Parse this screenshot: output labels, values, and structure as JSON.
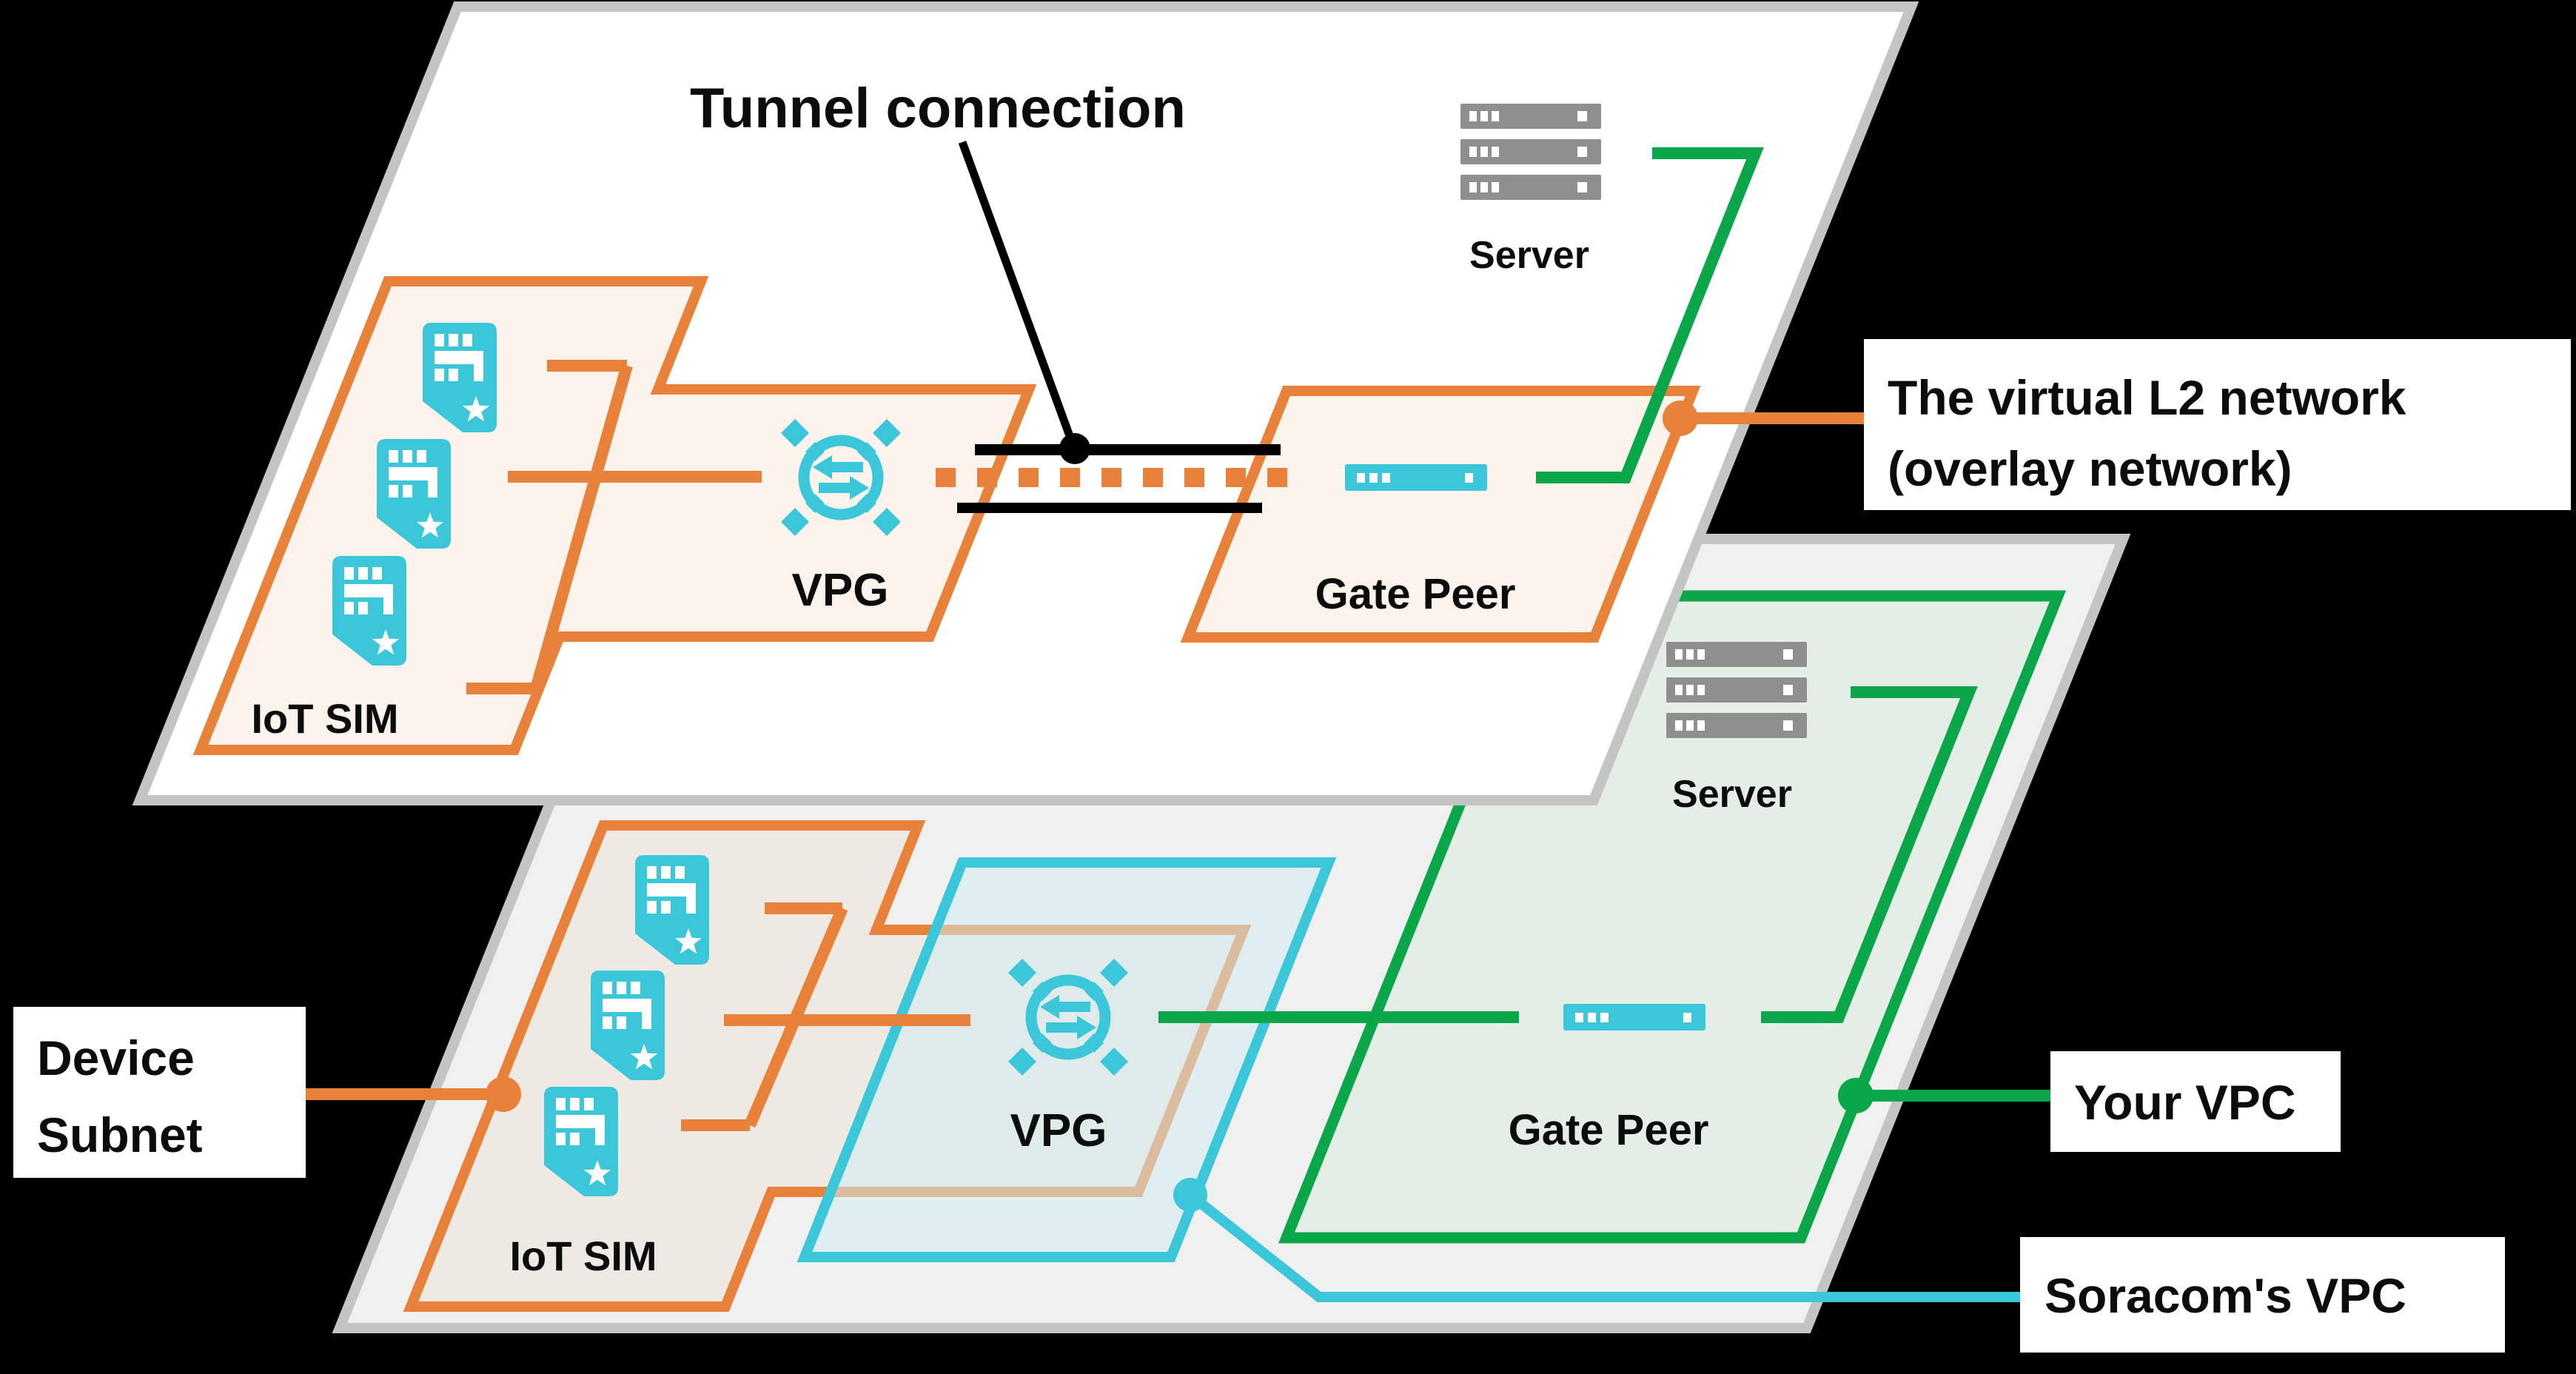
{
  "colors": {
    "orange": "#E8813A",
    "cyan": "#3BC7D9",
    "green": "#0CA64A",
    "plane_border": "#C4C4C4",
    "plane_fill": "#F0F0F0",
    "cream": "#FCF4EC",
    "warm": "#EFE9E3",
    "green_fill": "#E4EEE7",
    "server_gray": "#8F8F8F",
    "text_black": "#0C0C0C",
    "white": "#FFFFFF"
  },
  "icons": {
    "sim": "iot-sim-card-icon",
    "vpg": "vpg-gateway-icon",
    "server": "server-stack-icon",
    "switch": "network-switch-icon",
    "tunnel": "tunnel-dashed-link"
  },
  "top_plane": {
    "tunnel_label": "Tunnel connection",
    "server_label": "Server",
    "vpg_label": "VPG",
    "gate_peer_label": "Gate Peer",
    "iot_sim_label": "IoT SIM"
  },
  "bottom_plane": {
    "server_label": "Server",
    "vpg_label": "VPG",
    "gate_peer_label": "Gate Peer",
    "iot_sim_label": "IoT SIM"
  },
  "annotations": {
    "l2_line1": "The virtual L2 network",
    "l2_line2": "(overlay network)",
    "device_line1": "Device",
    "device_line2": "Subnet",
    "your_vpc": "Your VPC",
    "soracom_vpc": "Soracom's VPC"
  }
}
